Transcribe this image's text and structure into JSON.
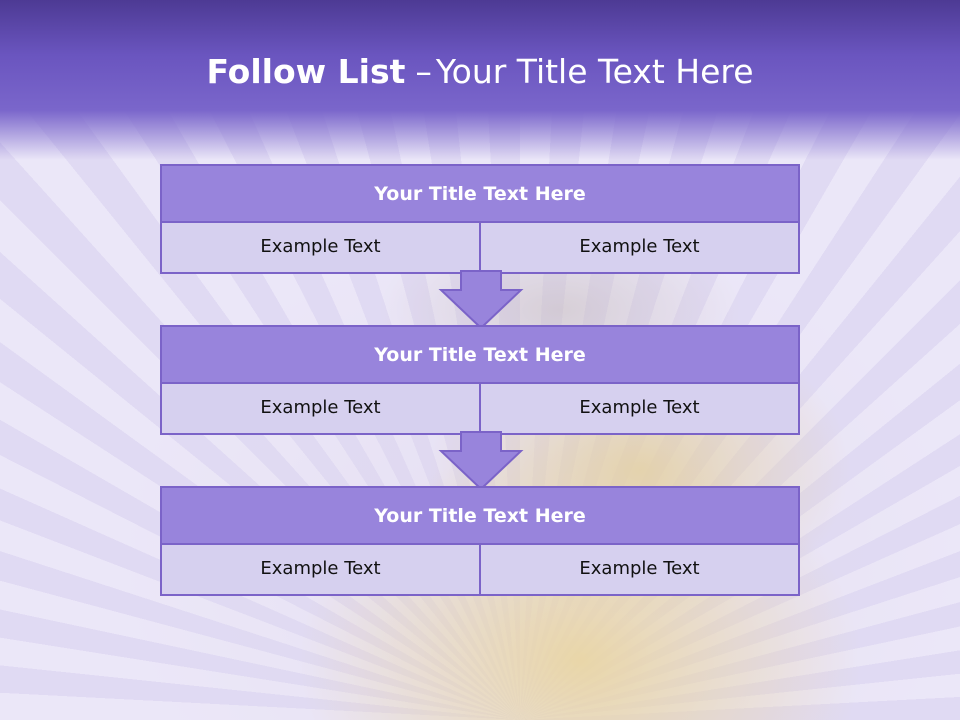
{
  "slide": {
    "title_bold": "Follow List",
    "title_dash": "–",
    "title_rest": "Your Title Text Here"
  },
  "steps": [
    {
      "title": "Your Title Text Here",
      "left": "Example Text",
      "right": "Example Text"
    },
    {
      "title": "Your Title Text Here",
      "left": "Example Text",
      "right": "Example Text"
    },
    {
      "title": "Your Title Text Here",
      "left": "Example Text",
      "right": "Example Text"
    }
  ],
  "colors": {
    "header": "#6a55bf",
    "box_head": "#9884dc",
    "box_body": "#d6d0ef",
    "border": "#7b63c8",
    "arrow": "#9884dc"
  },
  "icons": [
    "arrow-down-icon",
    "arrow-down-icon"
  ]
}
